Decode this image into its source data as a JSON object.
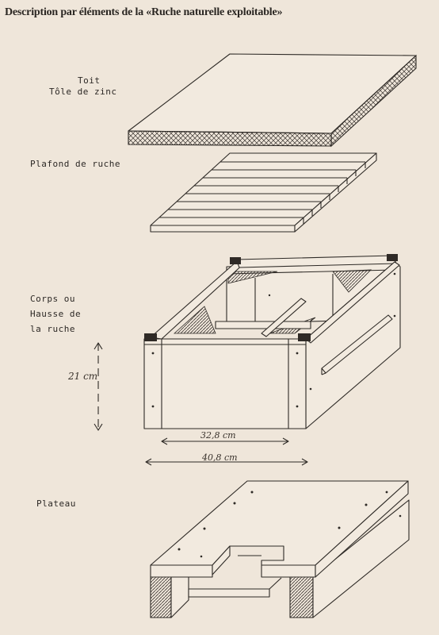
{
  "title": "Description par éléments de la «Ruche naturelle exploitable»",
  "parts": {
    "toit_line1": "Toit",
    "toit_line2": "Tôle de zinc",
    "plafond": "Plafond de ruche",
    "corps_line1": "Corps ou",
    "corps_line2": "Hausse de",
    "corps_line3": "la ruche",
    "plateau": "Plateau"
  },
  "dimensions": {
    "height": "21 cm",
    "inner_width": "32,8 cm",
    "outer_width": "40,8 cm"
  }
}
